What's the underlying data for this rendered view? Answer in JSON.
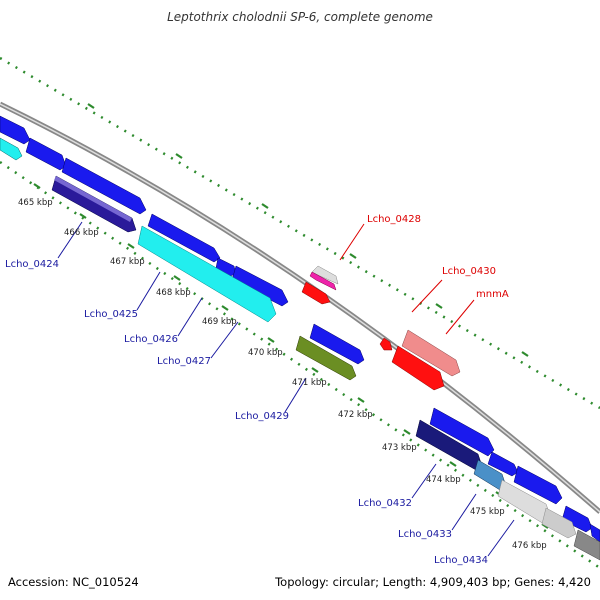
{
  "title": "Leptothrix cholodnii SP-6, complete genome",
  "footer": {
    "accession": "Accession: NC_010524",
    "topology": "Topology: circular; Length: 4,909,403 bp; Genes: 4,420"
  },
  "colors": {
    "blue": "#1a1aee",
    "navy": "#1a1a7a",
    "cyan": "#22eeee",
    "slate": "#6a5acd",
    "olive": "#6b8e23",
    "red": "#ff1010",
    "salmon": "#f08c8c",
    "magenta": "#ee22aa",
    "grey": "#cccccc",
    "steel": "#4a90c8",
    "label_blue": "#1a1aa0",
    "label_red": "#dd0000",
    "tick_green": "#2e8b2e"
  },
  "kbp_ticks": [
    {
      "label": "465 kbp"
    },
    {
      "label": "466 kbp"
    },
    {
      "label": "467 kbp"
    },
    {
      "label": "468 kbp"
    },
    {
      "label": "469 kbp"
    },
    {
      "label": "470 kbp"
    },
    {
      "label": "471 kbp"
    },
    {
      "label": "472 kbp"
    },
    {
      "label": "473 kbp"
    },
    {
      "label": "474 kbp"
    },
    {
      "label": "475 kbp"
    },
    {
      "label": "476 kbp"
    }
  ],
  "gene_labels": [
    {
      "text": "Lcho_0424",
      "color": "label_blue"
    },
    {
      "text": "Lcho_0425",
      "color": "label_blue"
    },
    {
      "text": "Lcho_0426",
      "color": "label_blue"
    },
    {
      "text": "Lcho_0427",
      "color": "label_blue"
    },
    {
      "text": "Lcho_0429",
      "color": "label_blue"
    },
    {
      "text": "Lcho_0432",
      "color": "label_blue"
    },
    {
      "text": "Lcho_0433",
      "color": "label_blue"
    },
    {
      "text": "Lcho_0434",
      "color": "label_blue"
    },
    {
      "text": "Lcho_0428",
      "color": "label_red"
    },
    {
      "text": "Lcho_0430",
      "color": "label_red"
    },
    {
      "text": "mnmA",
      "color": "label_red"
    }
  ]
}
